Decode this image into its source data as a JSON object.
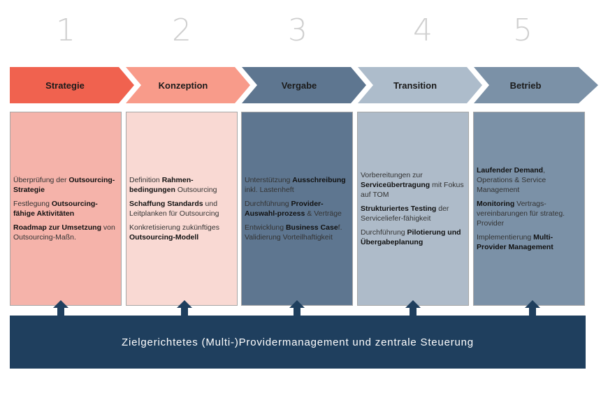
{
  "phases": [
    {
      "number": "1",
      "title": "Strategie",
      "arrow_color": "#f0624f",
      "box_color": "#f5b3aa",
      "items": [
        [
          {
            "t": "Überprüfung der "
          },
          {
            "t": "Outsourcing-Strategie",
            "b": true
          }
        ],
        [
          {
            "t": "Festlegung "
          },
          {
            "t": "Outsourcing-fähige Aktivitäten",
            "b": true
          }
        ],
        [
          {
            "t": "Roadmap zur Umsetzung",
            "b": true
          },
          {
            "t": " von Outsourcing-Maßn."
          }
        ]
      ]
    },
    {
      "number": "2",
      "title": "Konzeption",
      "arrow_color": "#f89b8a",
      "box_color": "#f9d9d3",
      "items": [
        [
          {
            "t": "Definition "
          },
          {
            "t": "Rahmen-bedingungen",
            "b": true
          },
          {
            "t": " Outsourcing"
          }
        ],
        [
          {
            "t": "Schaffung Standards",
            "b": true
          },
          {
            "t": " und Leitplanken für Outsourcing"
          }
        ],
        [
          {
            "t": "Konkretisierung zukünftiges "
          },
          {
            "t": "Outsourcing-Modell",
            "b": true
          }
        ]
      ]
    },
    {
      "number": "3",
      "title": "Vergabe",
      "arrow_color": "#5e7690",
      "box_color": "#5e7690",
      "items": [
        [
          {
            "t": "Unterstützung "
          },
          {
            "t": "Ausschreibung",
            "b": true
          },
          {
            "t": " inkl. Lastenheft"
          }
        ],
        [
          {
            "t": "Durchführung "
          },
          {
            "t": "Provider-Auswahl-prozess",
            "b": true
          },
          {
            "t": " & Verträge"
          }
        ],
        [
          {
            "t": "Entwicklung "
          },
          {
            "t": "Business Case",
            "b": true
          },
          {
            "t": "f. Validierung Vorteilhaftigkeit"
          }
        ]
      ]
    },
    {
      "number": "4",
      "title": "Transition",
      "arrow_color": "#adbccb",
      "box_color": "#aebbc9",
      "items": [
        [
          {
            "t": "Vorbereitungen zur "
          },
          {
            "t": "Serviceübertragung",
            "b": true
          },
          {
            "t": " mit Fokus auf TOM"
          }
        ],
        [
          {
            "t": "Strukturiertes Testing",
            "b": true
          },
          {
            "t": " der Servicelief­er-fähigkeit"
          }
        ],
        [
          {
            "t": "Durchführung "
          },
          {
            "t": "Pilotierung und Übergabeplanung",
            "b": true
          }
        ]
      ]
    },
    {
      "number": "5",
      "title": "Betrieb",
      "arrow_color": "#7b91a7",
      "box_color": "#7b91a7",
      "items": [
        [
          {
            "t": "Laufender Demand",
            "b": true
          },
          {
            "t": ", Operations & Service Management"
          }
        ],
        [
          {
            "t": "Monitoring",
            "b": true
          },
          {
            "t": " Vertrags-vereinbarungen für strateg. Provider"
          }
        ],
        [
          {
            "t": "Implementierung "
          },
          {
            "t": "Multi-Provider Management",
            "b": true
          }
        ]
      ]
    }
  ],
  "footer": {
    "text": "Zielgerichtetes (Multi-)Providermanagement und zentrale Steuerung",
    "color": "#1f3f5e"
  }
}
